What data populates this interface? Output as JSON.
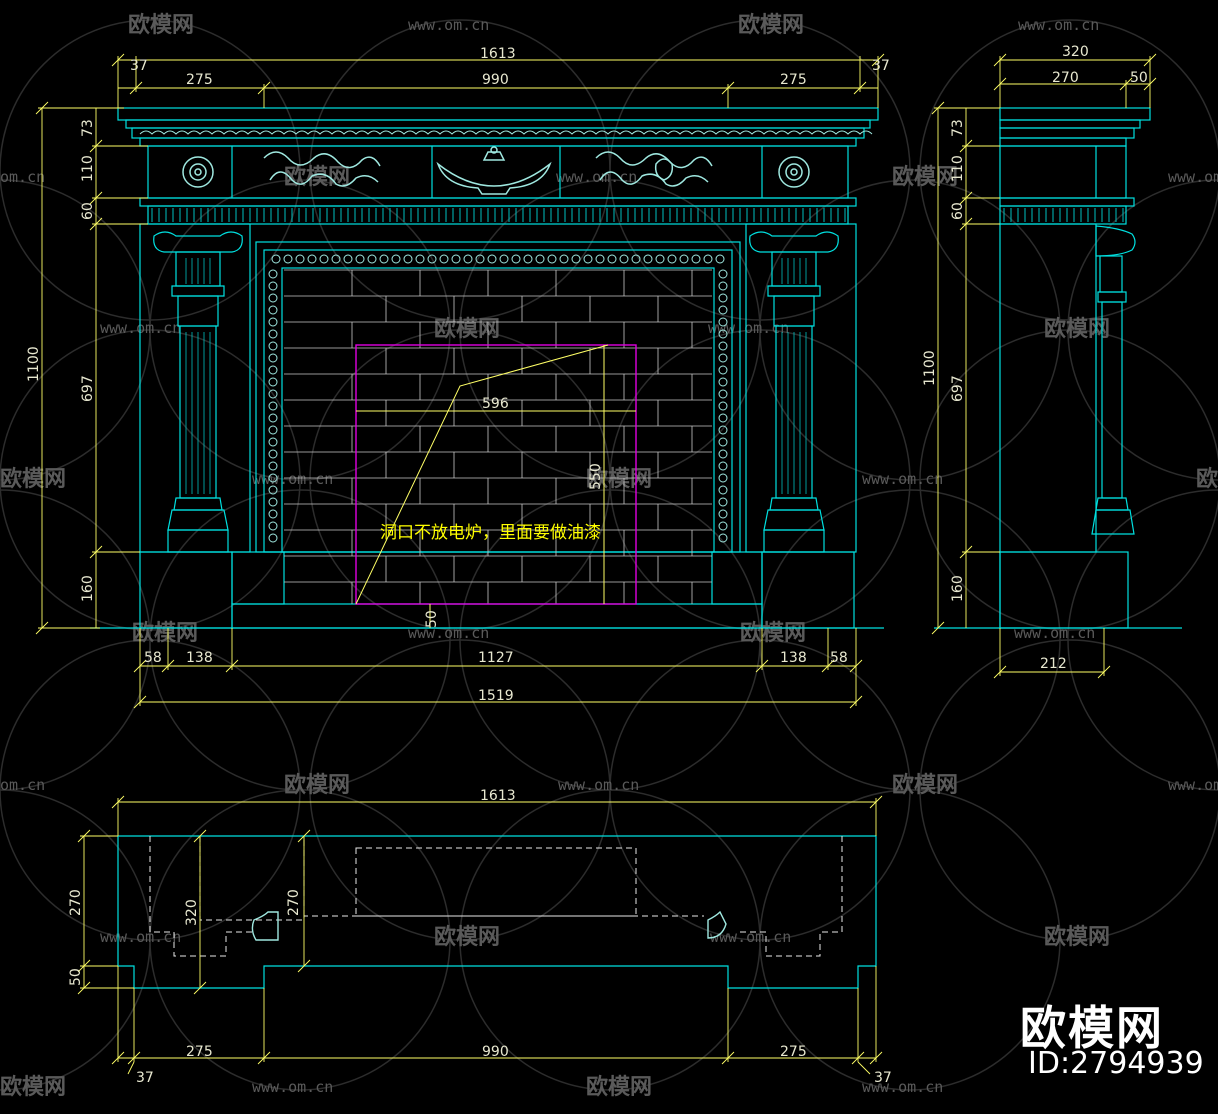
{
  "colors": {
    "outline": "#00e0e0",
    "dimension": "#ffff66",
    "opening": "#e000e0",
    "ornament": "#9fe8e0",
    "background": "#000000"
  },
  "note": "洞口不放电炉，里面要做油漆",
  "watermark": {
    "brand": "欧模网",
    "url": "www.om.cn",
    "url_short": "om.cn",
    "id": "ID:2794939"
  },
  "front": {
    "top": [
      "37",
      "1613",
      "275",
      "990",
      "275",
      "37"
    ],
    "left": [
      "73",
      "110",
      "60",
      "697",
      "160",
      "1100"
    ],
    "bottom": [
      "58",
      "138",
      "1127",
      "138",
      "58",
      "1519"
    ],
    "inner": [
      "596",
      "550",
      "50"
    ]
  },
  "side": {
    "top": [
      "320",
      "270",
      "50"
    ],
    "left": [
      "73",
      "110",
      "60",
      "697",
      "160",
      "1100"
    ],
    "bottom": [
      "212"
    ]
  },
  "plan": {
    "top": [
      "1613"
    ],
    "left": [
      "270",
      "50",
      "320",
      "270"
    ],
    "bottom": [
      "275",
      "990",
      "275",
      "37",
      "37"
    ]
  }
}
